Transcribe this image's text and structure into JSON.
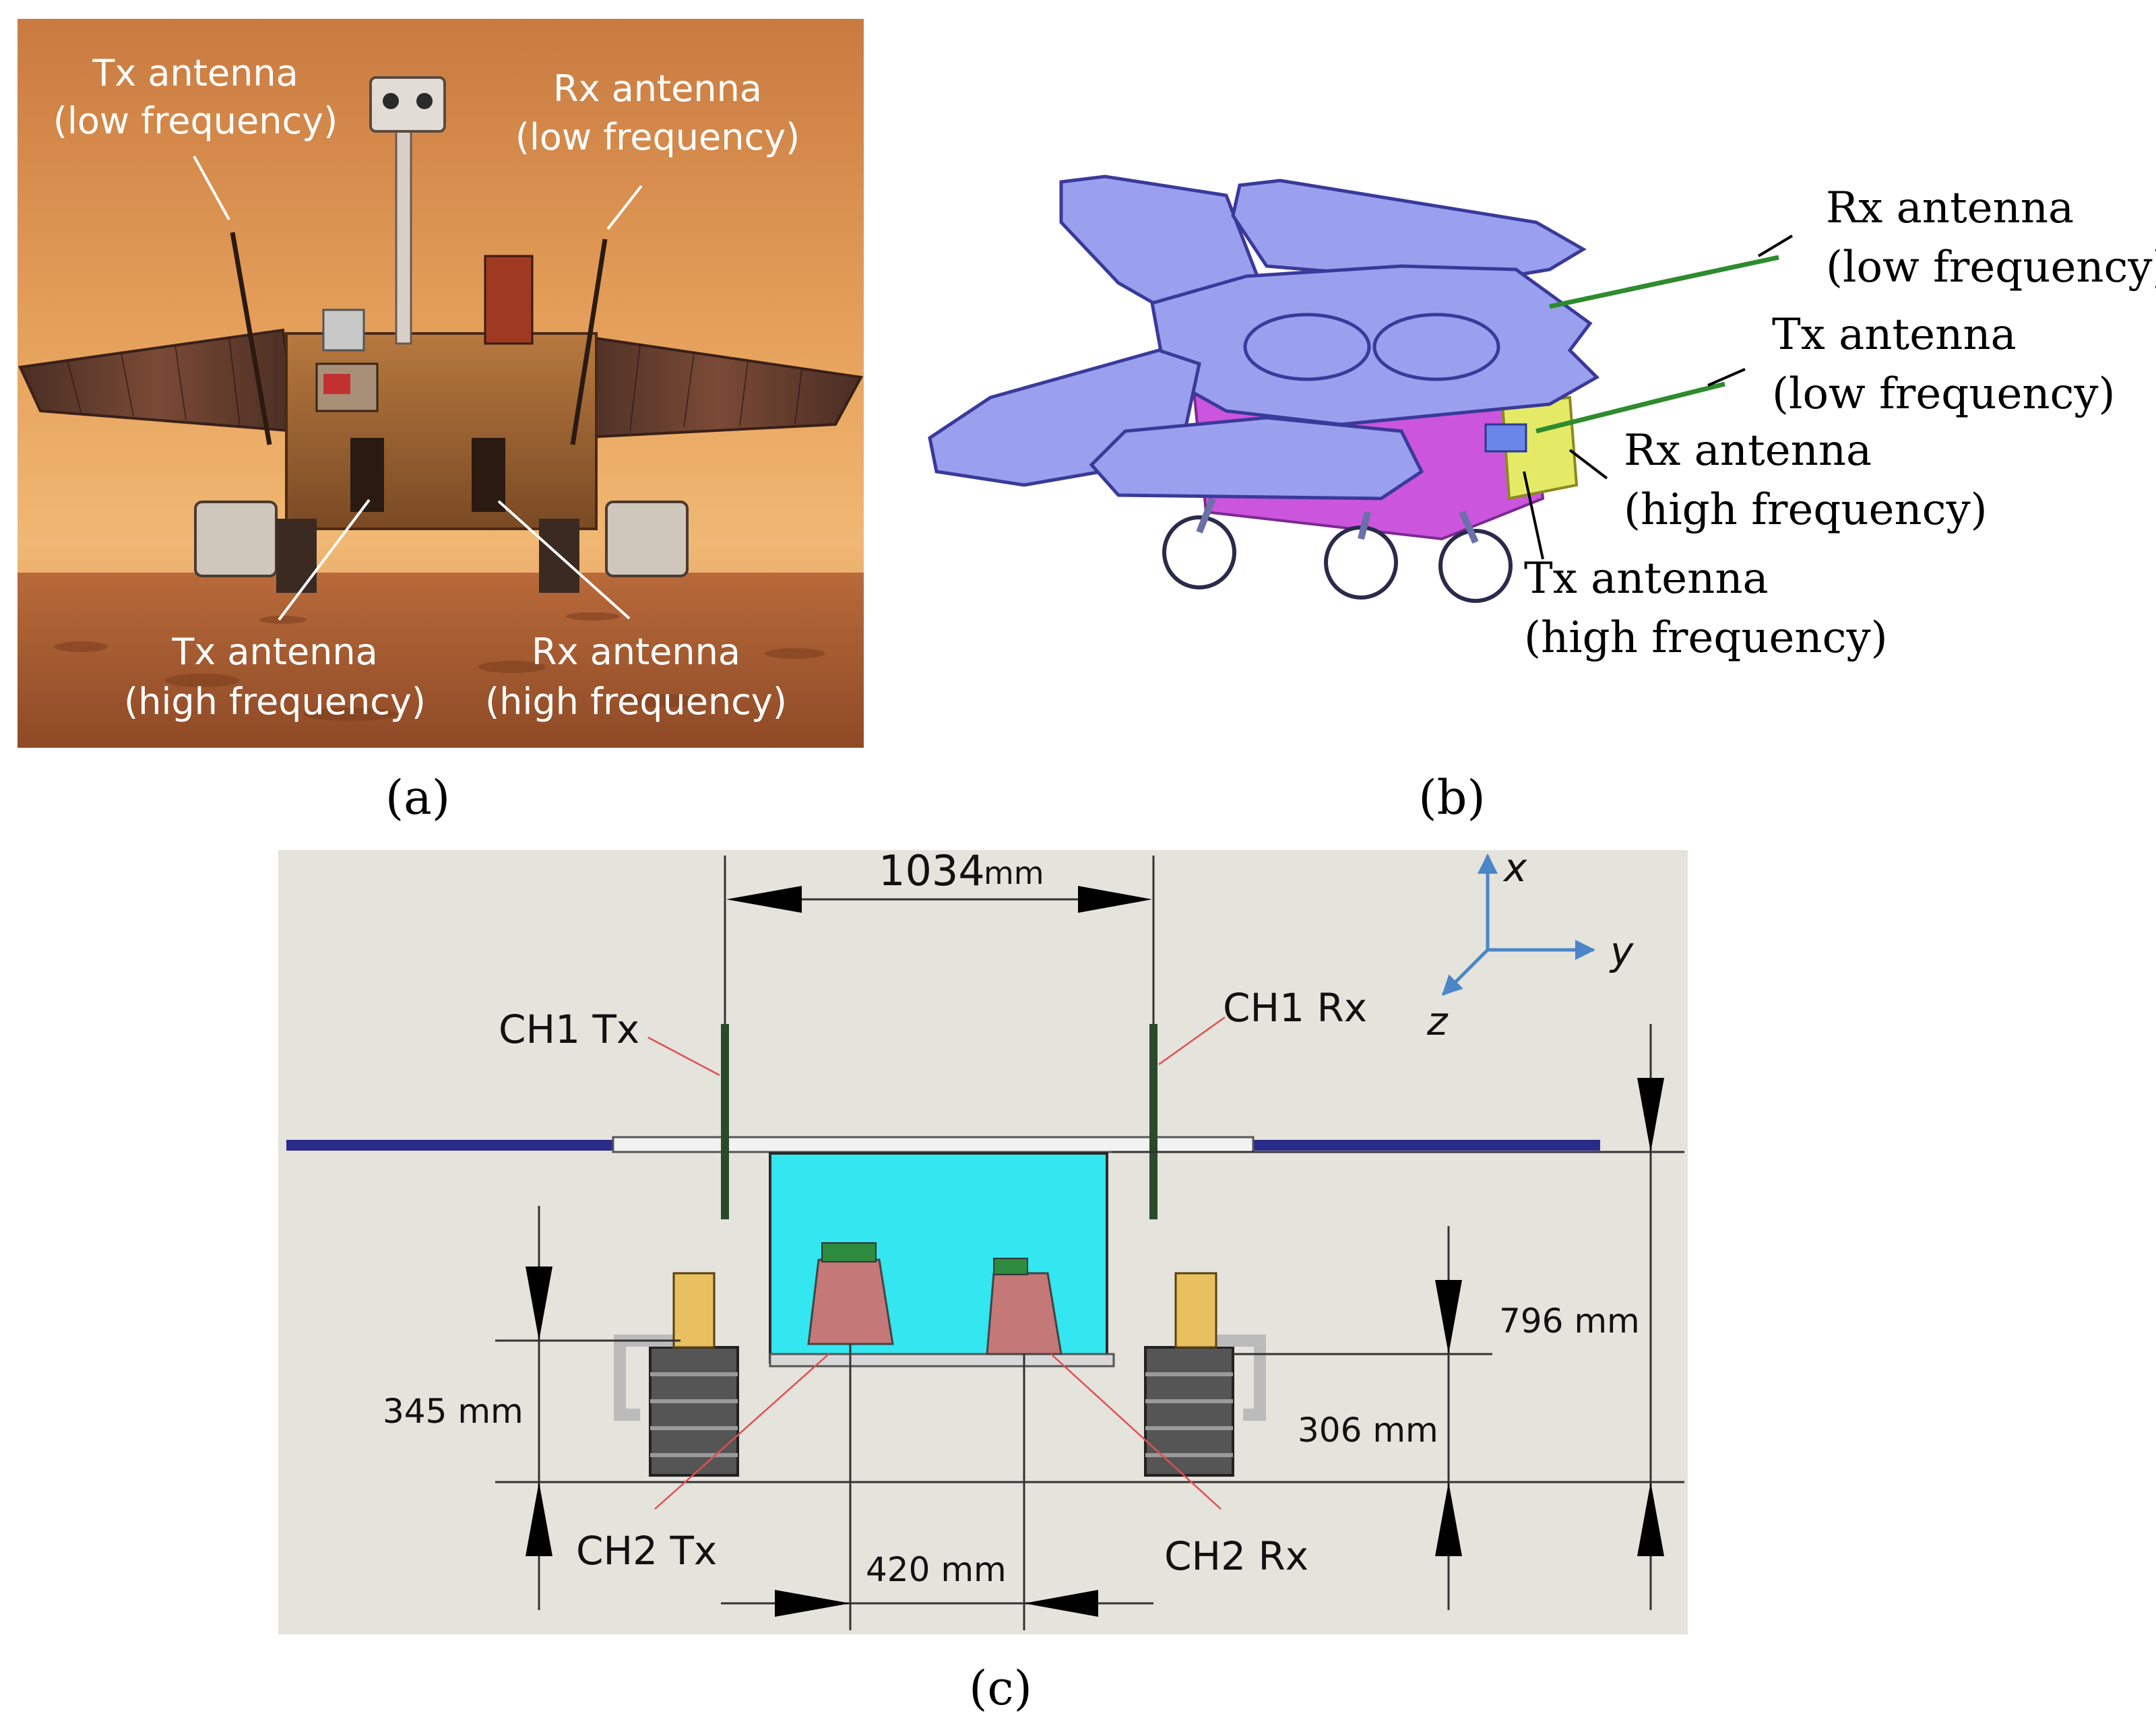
{
  "panel_a": {
    "tx_low_line1": "Tx antenna",
    "tx_low_line2": "(low frequency)",
    "rx_low_line1": "Rx antenna",
    "rx_low_line2": "(low frequency)",
    "tx_high_line1": "Tx antenna",
    "tx_high_line2": "(high frequency)",
    "rx_high_line1": "Rx antenna",
    "rx_high_line2": "(high frequency)",
    "caption": "(a)"
  },
  "panel_b": {
    "rx_low_line1": "Rx antenna",
    "rx_low_line2": "(low frequency)",
    "tx_low_line1": "Tx antenna",
    "tx_low_line2": "(low frequency)",
    "rx_high_line1": "Rx antenna",
    "rx_high_line2": "(high frequency)",
    "tx_high_line1": "Tx antenna",
    "tx_high_line2": "(high frequency)",
    "caption": "(b)"
  },
  "panel_c": {
    "width_value": "1034",
    "width_unit": "mm",
    "axis_x": "x",
    "axis_y": "y",
    "axis_z": "z",
    "ch1_tx": "CH1 Tx",
    "ch1_rx": "CH1 Rx",
    "ch2_tx": "CH2 Tx",
    "ch2_rx": "CH2 Rx",
    "dim_796": "796 mm",
    "dim_345": "345 mm",
    "dim_306": "306 mm",
    "dim_420": "420 mm",
    "caption": "(c)"
  },
  "colors": {
    "mars_sky": "#e09a55",
    "panel_purple": "#9aa0ee",
    "body_magenta": "#cc55dd",
    "antenna_green": "#2e8b2e",
    "body_cyan": "#33e6f0",
    "axis_blue": "#4a86c8",
    "leader_red": "#e05050"
  }
}
